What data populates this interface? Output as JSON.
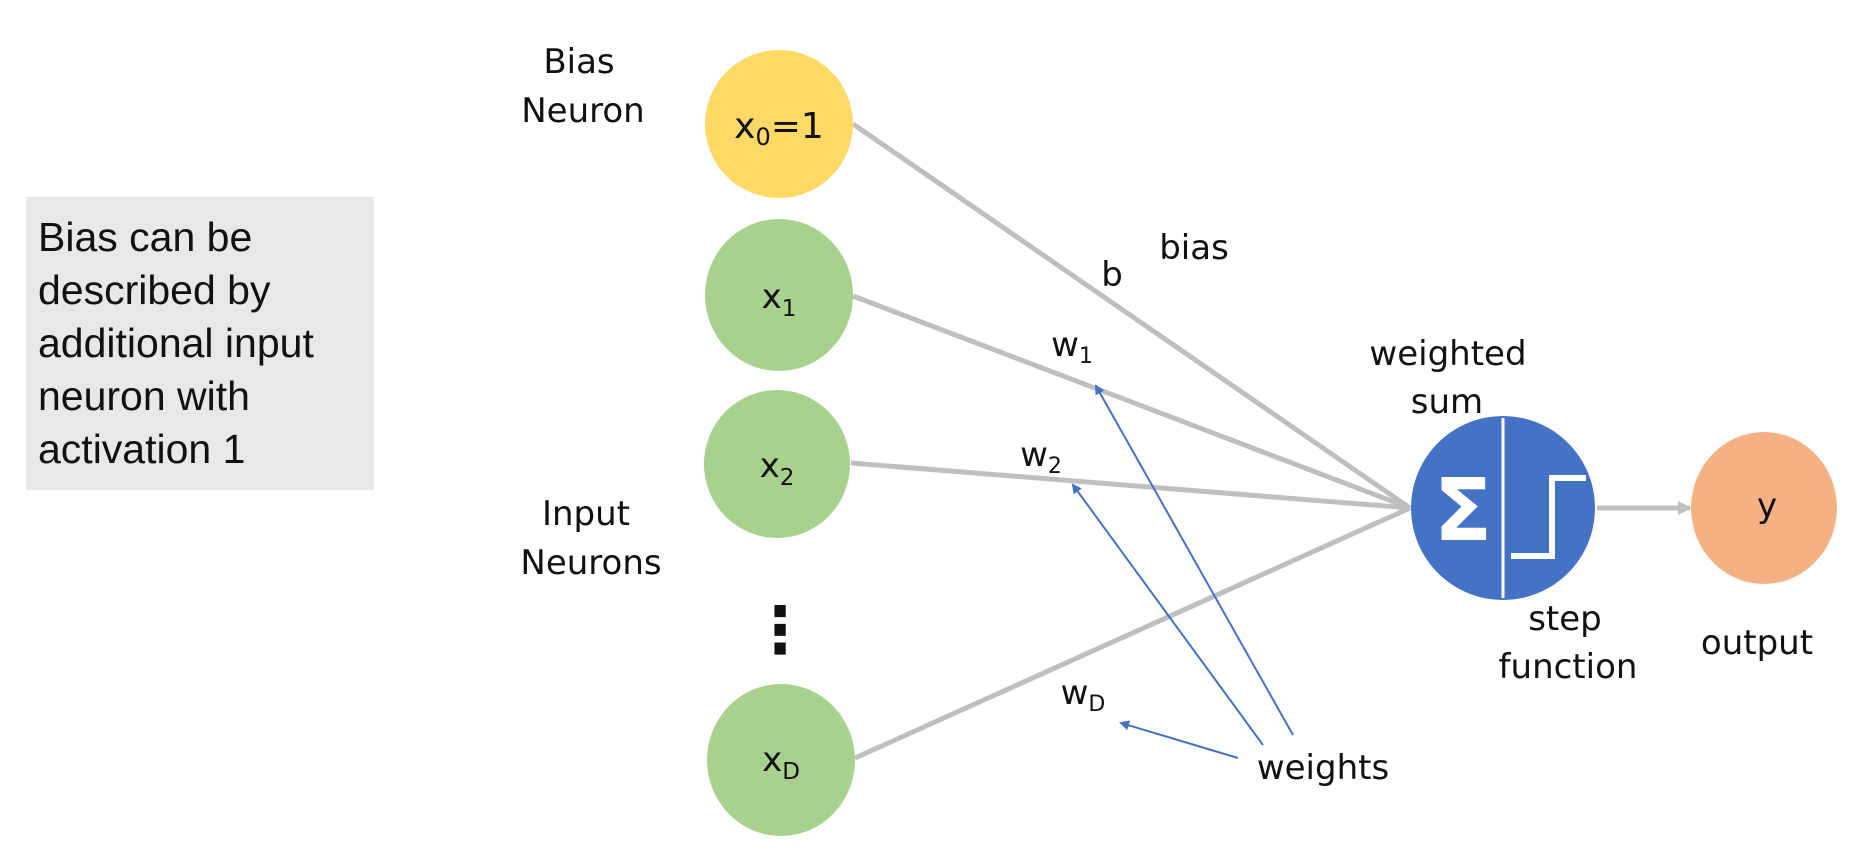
{
  "note": {
    "lines": [
      "Bias can be",
      "described by",
      "additional input",
      "neuron with",
      "activation 1"
    ]
  },
  "labels": {
    "bias_neuron": [
      "Bias",
      "Neuron"
    ],
    "input_neurons": [
      "Input",
      "Neurons"
    ],
    "bias": "bias",
    "b": "b",
    "weighted_sum": [
      "weighted",
      "sum"
    ],
    "step_function": [
      "step",
      "function"
    ],
    "output": "output",
    "weights": "weights"
  },
  "nodes": {
    "bias": {
      "base": "x",
      "sub": "0",
      "suffix": "=1"
    },
    "x1": {
      "base": "x",
      "sub": "1"
    },
    "x2": {
      "base": "x",
      "sub": "2"
    },
    "xD": {
      "base": "x",
      "sub": "D"
    },
    "ellipsis": "⋮",
    "sum_symbol": "Σ",
    "output": "y"
  },
  "weights": {
    "w1": {
      "base": "w",
      "sub": "1"
    },
    "w2": {
      "base": "w",
      "sub": "2"
    },
    "wD": {
      "base": "w",
      "sub": "D"
    }
  },
  "colors": {
    "bias_node": "#FFD966",
    "input_node": "#A9D18E",
    "perceptron": "#4472C4",
    "output_node": "#F4B183",
    "edge": "#BFBFBF",
    "pointer": "#4472C4",
    "note_bg": "#E8E8E8"
  }
}
